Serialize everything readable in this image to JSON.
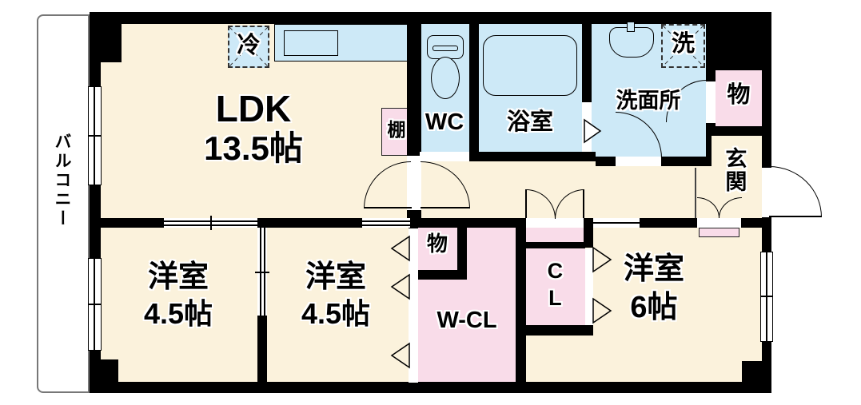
{
  "floorplan": {
    "rooms": {
      "ldk": {
        "name": "LDK",
        "size": "13.5帖"
      },
      "bedroom1": {
        "name": "洋室",
        "size": "4.5帖"
      },
      "bedroom2": {
        "name": "洋室",
        "size": "4.5帖"
      },
      "bedroom3": {
        "name": "洋室",
        "size": "6帖"
      },
      "walk_in_closet": {
        "name": "W-CL"
      },
      "closet": {
        "name": "CL"
      },
      "toilet": {
        "name": "WC"
      },
      "bathroom": {
        "name": "浴室"
      },
      "washroom": {
        "name": "洗面所"
      },
      "entrance": {
        "name": "玄関"
      },
      "balcony": {
        "name": "バルコニー"
      }
    },
    "fixtures": {
      "refrigerator_label": "冷",
      "washer_label": "洗",
      "shelf_label": "棚",
      "storage_entrance_label": "物",
      "storage_wcl_label": "物"
    },
    "colors": {
      "floor": "#FBF2DC",
      "wet_area": "#CDE9F7",
      "closet_area": "#F9DCE9",
      "wall": "#000000",
      "background": "#FFFFFF"
    }
  }
}
